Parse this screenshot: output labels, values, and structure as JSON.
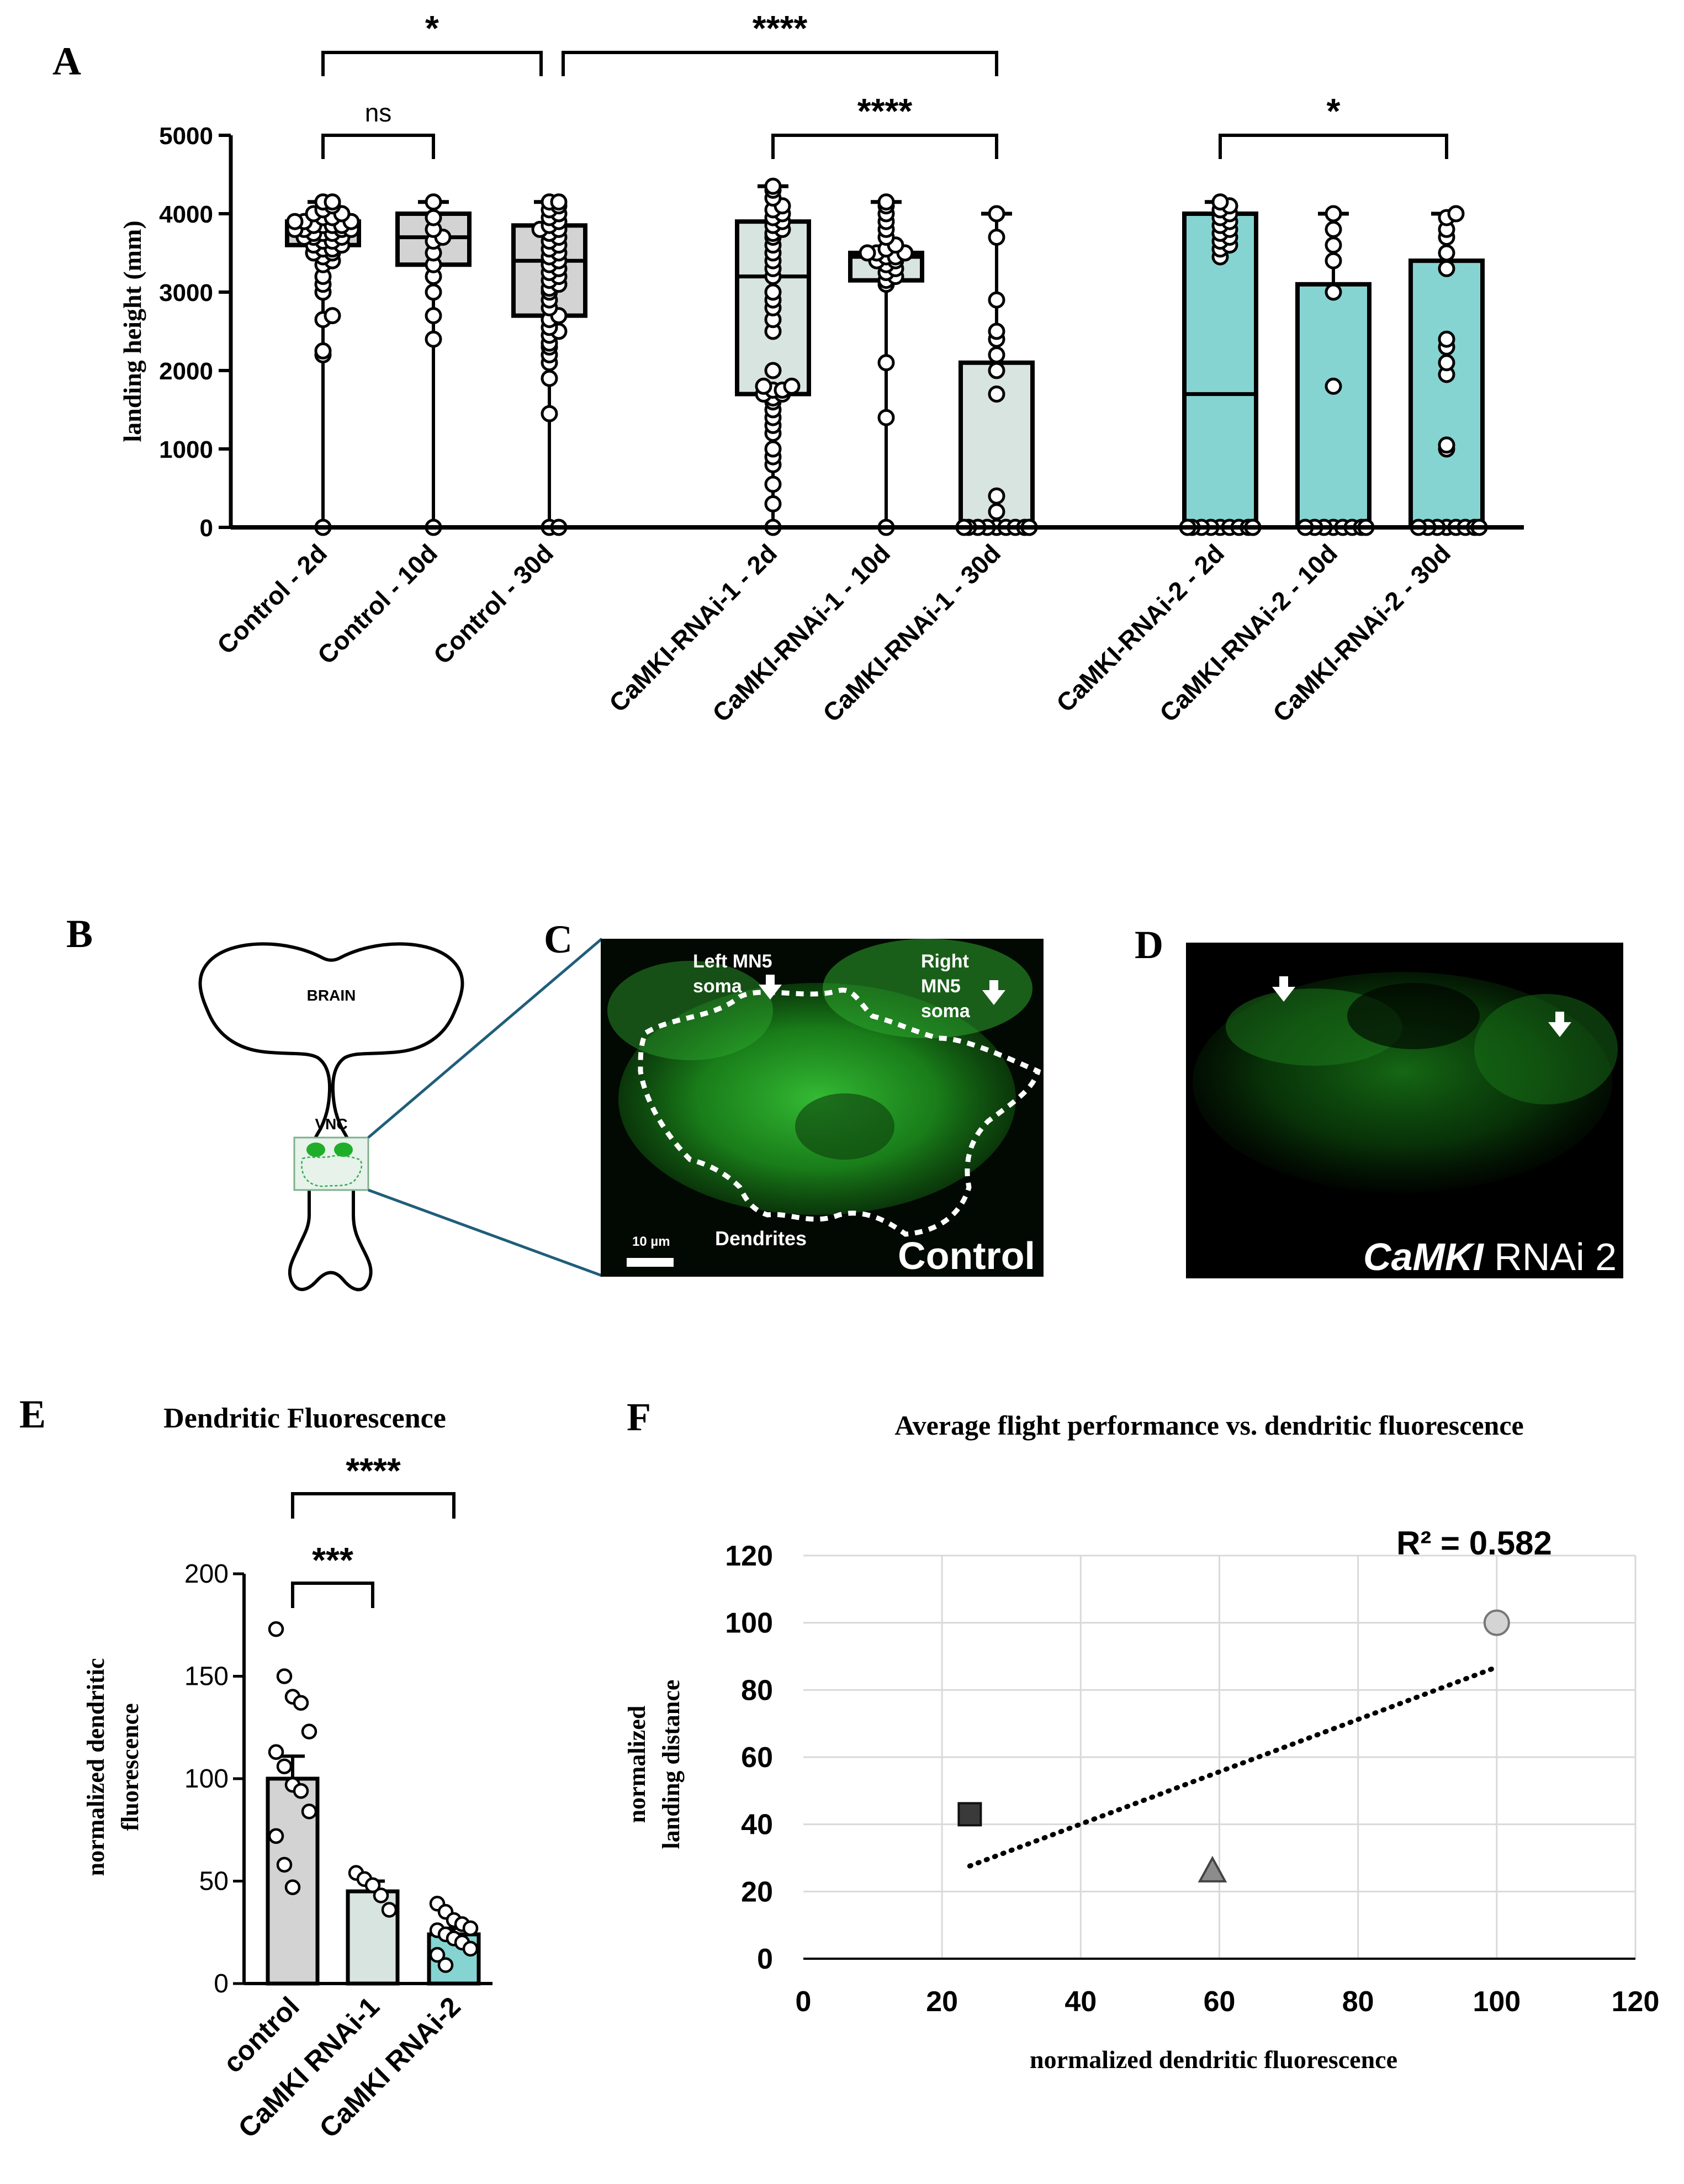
{
  "panels": {
    "a": "A",
    "b": "B",
    "c": "C",
    "d": "D",
    "e": "E",
    "f": "F"
  },
  "colors": {
    "control_box": "#d3d3d3",
    "rnai1_box": "#d8e4df",
    "rnai2_box": "#86d4d2",
    "fluor_green": "#2fbf2f",
    "connector": "#1f5e7a"
  },
  "panel_b": {
    "brain_label": "BRAIN",
    "vnc_label": "VNC"
  },
  "panel_c": {
    "left_label_1": "Left MN5",
    "left_label_2": "soma",
    "right_label_1": "Right",
    "right_label_2": "MN5",
    "right_label_3": "soma",
    "dendrites_label": "Dendrites",
    "scale_label": "10 µm",
    "condition_label": "Control"
  },
  "panel_d": {
    "condition_italic": "CaMKI",
    "condition_rest": " RNAi 2"
  },
  "chart_data": [
    {
      "id": "A",
      "type": "box",
      "ylabel": "landing height (mm)",
      "ylim": [
        0,
        5000
      ],
      "yticks": [
        0,
        1000,
        2000,
        3000,
        4000,
        5000
      ],
      "groups": [
        {
          "label": "Control - 2d",
          "fill": "control",
          "min": 0,
          "q1": 3600,
          "median": 3800,
          "q3": 3900,
          "max": 4150,
          "points": [
            0,
            2200,
            2250,
            2650,
            2700,
            3000,
            3100,
            3200,
            3350,
            3400,
            3450,
            3500,
            3500,
            3550,
            3550,
            3600,
            3600,
            3650,
            3650,
            3700,
            3700,
            3700,
            3750,
            3750,
            3750,
            3800,
            3800,
            3800,
            3800,
            3850,
            3850,
            3850,
            3850,
            3900,
            3900,
            3900,
            3950,
            3950,
            4000,
            4000,
            4050,
            4100,
            4150,
            4150
          ]
        },
        {
          "label": "Control - 10d",
          "fill": "control",
          "min": 0,
          "q1": 3350,
          "median": 3700,
          "q3": 4000,
          "max": 4150,
          "points": [
            0,
            2400,
            2700,
            3000,
            3200,
            3350,
            3500,
            3650,
            3700,
            3800,
            3950,
            4150
          ]
        },
        {
          "label": "Control - 30d",
          "fill": "control",
          "min": 0,
          "q1": 2700,
          "median": 3400,
          "q3": 3850,
          "max": 4150,
          "points": [
            0,
            0,
            1450,
            1900,
            2100,
            2200,
            2300,
            2350,
            2450,
            2500,
            2550,
            2650,
            2700,
            2800,
            2900,
            3000,
            3050,
            3100,
            3150,
            3200,
            3250,
            3300,
            3350,
            3400,
            3450,
            3500,
            3550,
            3600,
            3650,
            3700,
            3750,
            3800,
            3800,
            3850,
            3900,
            3950,
            4000,
            4050,
            4100,
            4150,
            4150
          ]
        },
        {
          "label": "CaMKI-RNAi-1 - 2d",
          "fill": "rnai1",
          "min": 0,
          "q1": 1700,
          "median": 3200,
          "q3": 3900,
          "max": 4350,
          "points": [
            0,
            300,
            550,
            800,
            900,
            1000,
            1200,
            1300,
            1400,
            1500,
            1600,
            1650,
            1700,
            1700,
            1750,
            1750,
            1800,
            1800,
            2000,
            2500,
            2650,
            2800,
            2900,
            3000,
            3200,
            3300,
            3400,
            3500,
            3600,
            3700,
            3750,
            3800,
            3850,
            3900,
            3950,
            4000,
            4050,
            4100,
            4200,
            4300,
            4350
          ]
        },
        {
          "label": "CaMKI-RNAi-1 - 10d",
          "fill": "rnai1",
          "min": 0,
          "q1": 3150,
          "median": 3450,
          "q3": 3500,
          "max": 4150,
          "points": [
            0,
            1400,
            2100,
            3100,
            3150,
            3200,
            3250,
            3300,
            3350,
            3400,
            3400,
            3450,
            3450,
            3500,
            3500,
            3500,
            3550,
            3600,
            3700,
            3800,
            3900,
            4000,
            4100,
            4150
          ]
        },
        {
          "label": "CaMKI-RNAi-1 - 30d",
          "fill": "rnai1",
          "min": 0,
          "q1": 0,
          "median": 50,
          "q3": 2100,
          "max": 4000,
          "points": [
            0,
            0,
            0,
            0,
            0,
            0,
            0,
            0,
            0,
            0,
            200,
            400,
            1700,
            2000,
            2200,
            2400,
            2500,
            2900,
            3700,
            4000
          ]
        },
        {
          "label": "CaMKI-RNAi-2 - 2d",
          "fill": "rnai2",
          "min": 0,
          "q1": 0,
          "median": 1700,
          "q3": 4000,
          "max": 4150,
          "points": [
            0,
            0,
            0,
            0,
            0,
            0,
            0,
            0,
            0,
            0,
            3450,
            3550,
            3600,
            3650,
            3700,
            3750,
            3800,
            3850,
            3900,
            3950,
            4000,
            4050,
            4100,
            4150
          ]
        },
        {
          "label": "CaMKI-RNAi-2 - 10d",
          "fill": "rnai2",
          "min": 0,
          "q1": 0,
          "median": 50,
          "q3": 3100,
          "max": 4000,
          "points": [
            0,
            0,
            0,
            0,
            0,
            0,
            0,
            0,
            1800,
            3000,
            3400,
            3600,
            3800,
            4000
          ]
        },
        {
          "label": "CaMKI-RNAi-2 - 30d",
          "fill": "rnai2",
          "min": 0,
          "q1": 0,
          "median": 50,
          "q3": 3400,
          "max": 4000,
          "points": [
            0,
            0,
            0,
            0,
            0,
            0,
            0,
            0,
            1000,
            1050,
            1950,
            2100,
            2300,
            2400,
            3300,
            3500,
            3700,
            3800,
            3950,
            4000
          ]
        }
      ],
      "significance": [
        {
          "from": 0,
          "to": 2,
          "label": "*",
          "level": 2
        },
        {
          "from": 2,
          "to": 5,
          "label": "****",
          "level": 2
        },
        {
          "from": 0,
          "to": 1,
          "label": "ns",
          "level": 1
        },
        {
          "from": 3,
          "to": 5,
          "label": "****",
          "level": 1
        },
        {
          "from": 6,
          "to": 8,
          "label": "*",
          "level": 1
        }
      ]
    },
    {
      "id": "E",
      "type": "bar",
      "title": "Dendritic Fluorescence",
      "ylabel_1": "normalized dendritic",
      "ylabel_2": "fluorescence",
      "ylim": [
        0,
        200
      ],
      "yticks": [
        0,
        50,
        100,
        150,
        200
      ],
      "categories": [
        "control",
        "CaMKI RNAi-1",
        "CaMKI RNAi-2"
      ],
      "values": [
        100,
        45,
        24
      ],
      "errors": [
        11,
        5,
        3
      ],
      "fills": [
        "control",
        "rnai1",
        "rnai2"
      ],
      "points": [
        [
          173,
          150,
          140,
          137,
          123,
          113,
          106,
          97,
          94,
          84,
          72,
          58,
          47
        ],
        [
          54,
          51,
          48,
          43,
          36
        ],
        [
          39,
          35,
          31,
          29,
          27,
          26,
          24,
          22,
          20,
          17,
          14,
          9
        ]
      ],
      "significance": [
        {
          "from": 0,
          "to": 1,
          "label": "***",
          "level": 1
        },
        {
          "from": 0,
          "to": 2,
          "label": "****",
          "level": 2
        }
      ]
    },
    {
      "id": "F",
      "type": "scatter",
      "title": "Average flight performance vs. dendritic fluorescence",
      "xlabel": "normalized dendritic fluorescence",
      "ylabel_1": "normalized",
      "ylabel_2": "landing distance",
      "xlim": [
        0,
        120
      ],
      "ylim": [
        0,
        120
      ],
      "xticks": [
        0,
        20,
        40,
        60,
        80,
        100,
        120
      ],
      "yticks": [
        0,
        20,
        40,
        60,
        80,
        100,
        120
      ],
      "grid": true,
      "points": [
        {
          "x": 100,
          "y": 100,
          "marker": "circle",
          "color": "#d4d4d4"
        },
        {
          "x": 24,
          "y": 43,
          "marker": "square",
          "color": "#3a3a3a"
        },
        {
          "x": 59,
          "y": 26,
          "marker": "triangle",
          "color": "#8c8c8c"
        }
      ],
      "trendline": {
        "x0": 24,
        "y0": 27.6,
        "x1": 100,
        "y1": 86.8
      },
      "r2_label": "R² = 0.582"
    }
  ]
}
